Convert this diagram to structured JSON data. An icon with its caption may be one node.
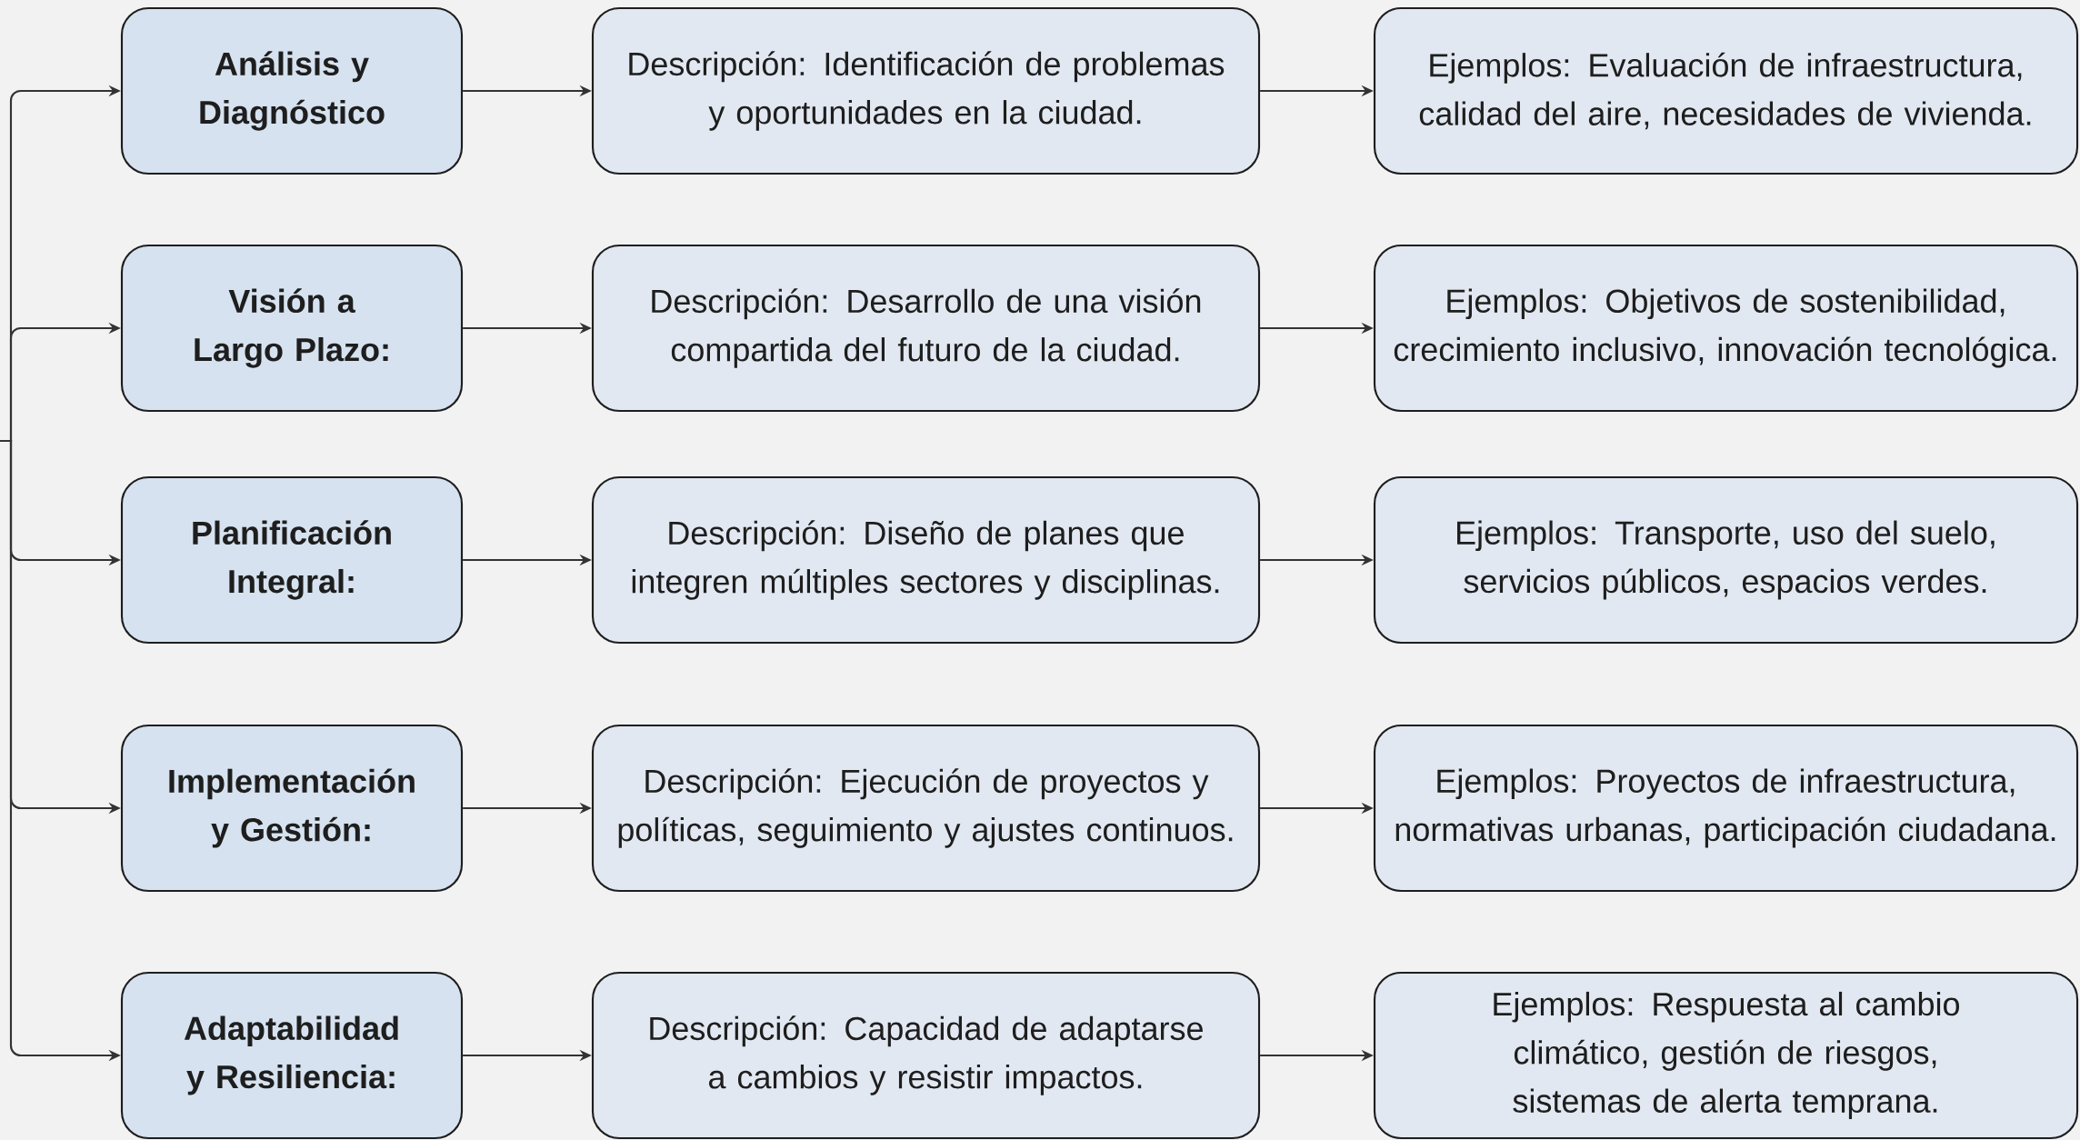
{
  "diagram": {
    "nodes": [
      {
        "text": [
          "Análisis y Diagnóstico"
        ]
      },
      {
        "text": [
          "Descripción: Identificación de problemas y oportunidades en la ciudad."
        ]
      },
      {
        "text": [
          "Ejemplos: Evaluación de infraestructura, calidad del aire, necesidades de vivienda."
        ]
      },
      {
        "text": [
          "Visión a Largo Plazo:"
        ]
      },
      {
        "text": [
          "Descripción: Desarrollo de una visión compartida del futuro de la ciudad."
        ]
      },
      {
        "text": [
          "Ejemplos: Objetivos de sostenibilidad, crecimiento inclusivo, innovación tecnológica."
        ]
      },
      {
        "text": [
          "Planificación Integral:"
        ]
      },
      {
        "text": [
          "Descripción: Diseño de planes que integren múltiples sectores y disciplinas."
        ]
      },
      {
        "text": [
          "Ejemplos: Transporte, uso del suelo, servicios públicos, espacios verdes."
        ]
      },
      {
        "text": [
          "Implementación y Gestión:"
        ]
      },
      {
        "text": [
          "Descripción: Ejecución de proyectos y políticas, seguimiento y ajustes continuos."
        ]
      },
      {
        "text": [
          "Ejemplos: Proyectos de infraestructura, normativas urbanas, participación ciudadana."
        ]
      },
      {
        "text": [
          "Adaptabilidad y Resiliencia:"
        ]
      },
      {
        "text": [
          "Descripción: Capacidad de adaptarse a cambios y resistir impactos."
        ]
      },
      {
        "text": [
          "Ejemplos: Respuesta al cambio climático, gestión de riesgos, sistemas de alerta temprana."
        ]
      }
    ],
    "edges": [
      {
        "from": null,
        "to": 0,
        "arrow": "to"
      },
      {
        "from": null,
        "to": 3,
        "arrow": "to"
      },
      {
        "from": null,
        "to": 6,
        "arrow": "to"
      },
      {
        "from": null,
        "to": 9,
        "arrow": "to"
      },
      {
        "from": null,
        "to": 12,
        "arrow": "to"
      },
      {
        "from": 0,
        "to": 1,
        "arrow": "to"
      },
      {
        "from": 1,
        "to": 2,
        "arrow": "to"
      },
      {
        "from": 3,
        "to": 4,
        "arrow": "to"
      },
      {
        "from": 4,
        "to": 5,
        "arrow": "to"
      },
      {
        "from": 6,
        "to": 7,
        "arrow": "to"
      },
      {
        "from": 7,
        "to": 8,
        "arrow": "to"
      },
      {
        "from": 9,
        "to": 10,
        "arrow": "to"
      },
      {
        "from": 10,
        "to": 11,
        "arrow": "to"
      },
      {
        "from": 12,
        "to": 13,
        "arrow": "to"
      },
      {
        "from": 13,
        "to": 14,
        "arrow": "to"
      }
    ]
  }
}
